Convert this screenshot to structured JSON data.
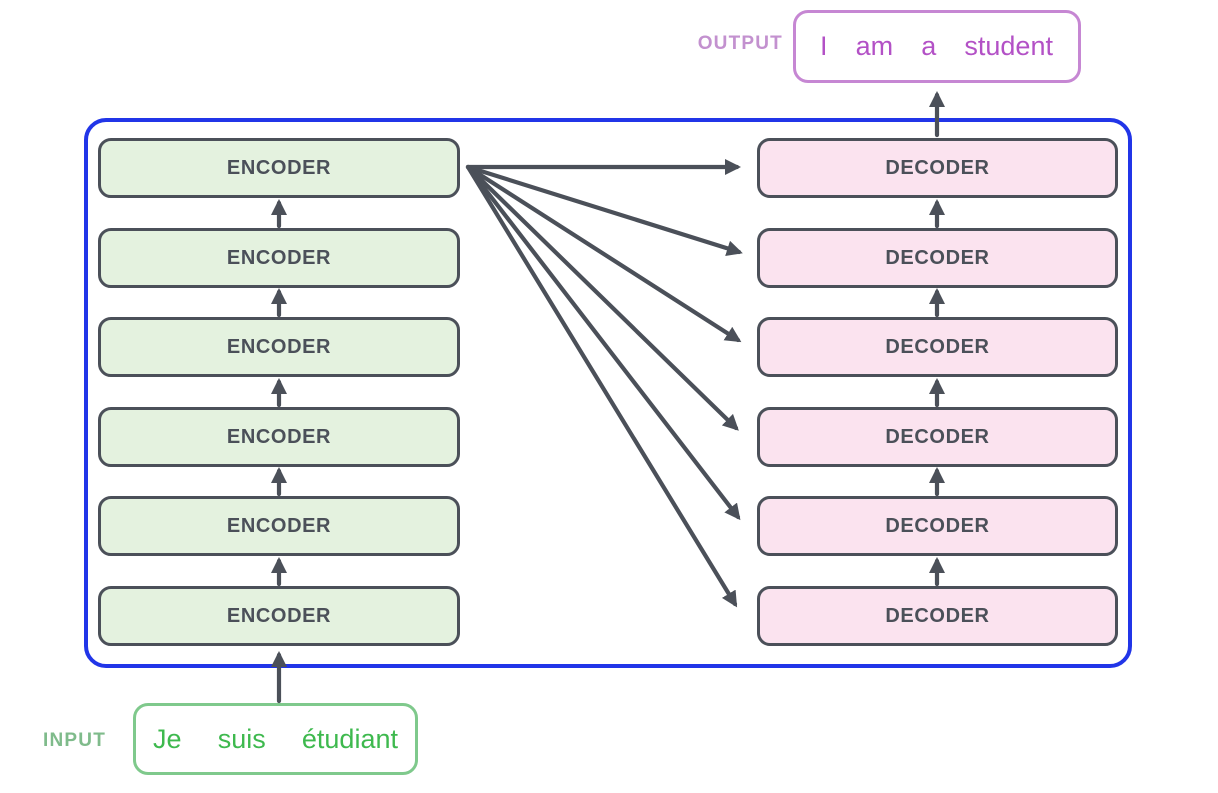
{
  "output": {
    "label": "OUTPUT",
    "tokens": [
      "I",
      "am",
      "a",
      "student"
    ]
  },
  "input": {
    "label": "INPUT",
    "tokens": [
      "Je",
      "suis",
      "étudiant"
    ]
  },
  "encoders": [
    "ENCODER",
    "ENCODER",
    "ENCODER",
    "ENCODER",
    "ENCODER",
    "ENCODER"
  ],
  "decoders": [
    "DECODER",
    "DECODER",
    "DECODER",
    "DECODER",
    "DECODER",
    "DECODER"
  ],
  "colors": {
    "frame_border": "#2135e8",
    "box_border": "#4b5059",
    "arrow": "#4b5059",
    "encoder_fill": "#e4f2df",
    "decoder_fill": "#fbe3ef",
    "input_border": "#7fc98c",
    "input_text": "#3eb94e",
    "input_label": "#7fbb8b",
    "output_border": "#c687d3",
    "output_text": "#b351c6",
    "output_label": "#c391cf"
  }
}
